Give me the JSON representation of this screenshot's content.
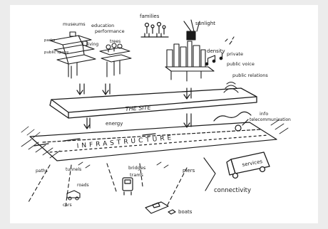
{
  "labels": {
    "families": "families",
    "museums": "museums",
    "education": "education",
    "performance": "performance",
    "parks": "parks",
    "public_space": "public space",
    "living": "living",
    "trees": "trees",
    "sunlight": "sunlight",
    "density": "density",
    "private": "private",
    "public_voice": "public voice",
    "public_relations": "public relations",
    "the_site": "THE SITE",
    "energy": "energy",
    "info": "info",
    "telecommunication": "telecommunication",
    "infrastructure": "INFRASTRUCTURE",
    "paths": "paths",
    "tunnels": "tunnels",
    "bridges": "bridges",
    "trams": "trams",
    "piers": "piers",
    "services": "services",
    "roads": "roads",
    "cars": "cars",
    "connectivity": "connectivity",
    "boats": "boats"
  }
}
